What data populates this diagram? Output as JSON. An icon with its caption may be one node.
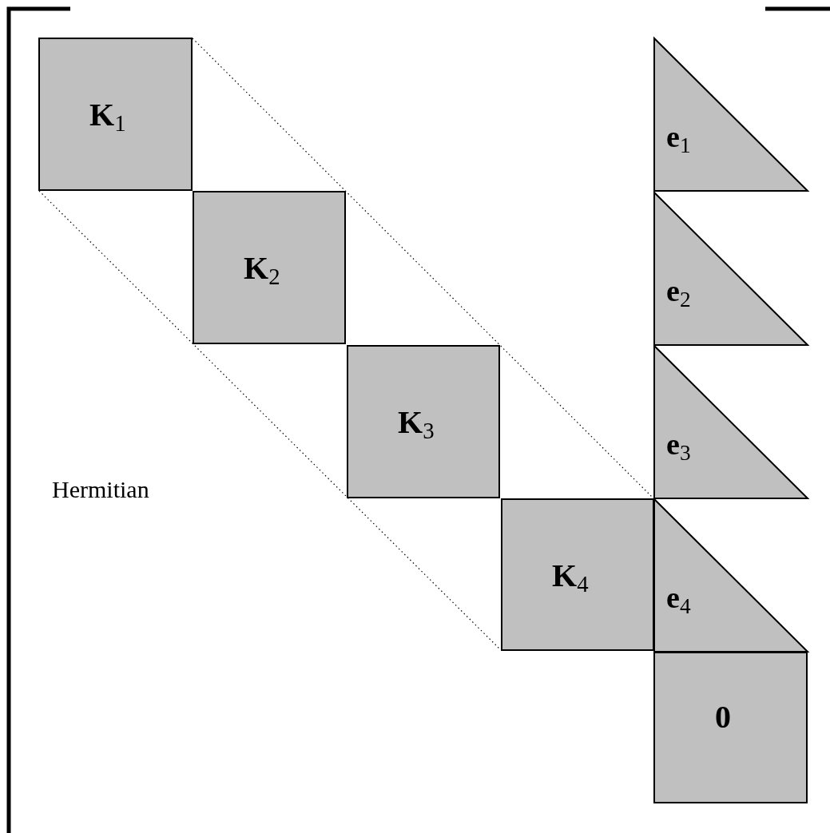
{
  "diagram": {
    "nodes": [
      {
        "text": [
          "**K**$_{1}$"
        ]
      },
      {
        "text": [
          "**K**$_{2}$"
        ]
      },
      {
        "text": [
          "**K**$_{3}$"
        ]
      },
      {
        "text": [
          "**K**$_{4}$"
        ]
      },
      {
        "text": [
          "**e**$_{1}$"
        ]
      },
      {
        "text": [
          "**e**$_{2}$"
        ]
      },
      {
        "text": [
          "**e**$_{3}$"
        ]
      },
      {
        "text": [
          "**e**$_{4}$"
        ]
      },
      {
        "text": [
          "0"
        ]
      }
    ],
    "labels": [
      "Hermitian"
    ]
  }
}
